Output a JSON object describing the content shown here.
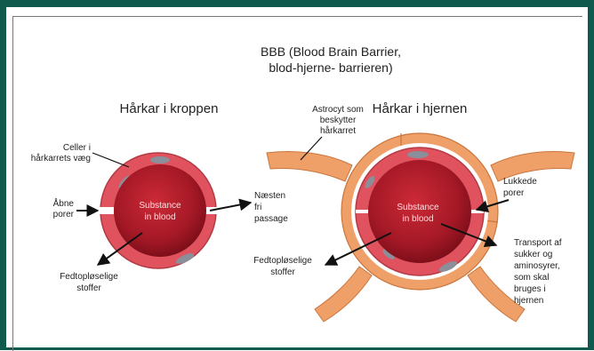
{
  "title": {
    "line1": "BBB (Blood Brain Barrier,",
    "line2": "blod-hjerne- barrieren)"
  },
  "left": {
    "heading": "Hårkar i kroppen",
    "center_line1": "Substance",
    "center_line2": "in blood",
    "cells_line1": "Celler i",
    "cells_line2": "hårkarrets væg",
    "pores_line1": "Åbne",
    "pores_line2": "porer",
    "passage_line1": "Næsten",
    "passage_line2": "fri",
    "passage_line3": "passage",
    "fat_line1": "Fedtopløselige",
    "fat_line2": "stoffer"
  },
  "right": {
    "heading": "Hårkar i hjernen",
    "astro_line1": "Astrocyt som",
    "astro_line2": "beskytter",
    "astro_line3": "hårkarret",
    "center_line1": "Substance",
    "center_line2": "in blood",
    "closed_line1": "Lukkede",
    "closed_line2": "porer",
    "fat_line1": "Fedtopløselige",
    "fat_line2": "stoffer",
    "transport_line1": "Transport af",
    "transport_line2": "sukker og",
    "transport_line3": "aminosyrer,",
    "transport_line4": "som skal",
    "transport_line5": "bruges i",
    "transport_line6": "hjernen"
  },
  "colors": {
    "frame": "#0f5a4c",
    "vessel_wall": "#e0535e",
    "vessel_dark": "#a41826",
    "astrocyte": "#efa068",
    "astrocyte_edge": "#c9763e",
    "arrow": "#111111"
  }
}
